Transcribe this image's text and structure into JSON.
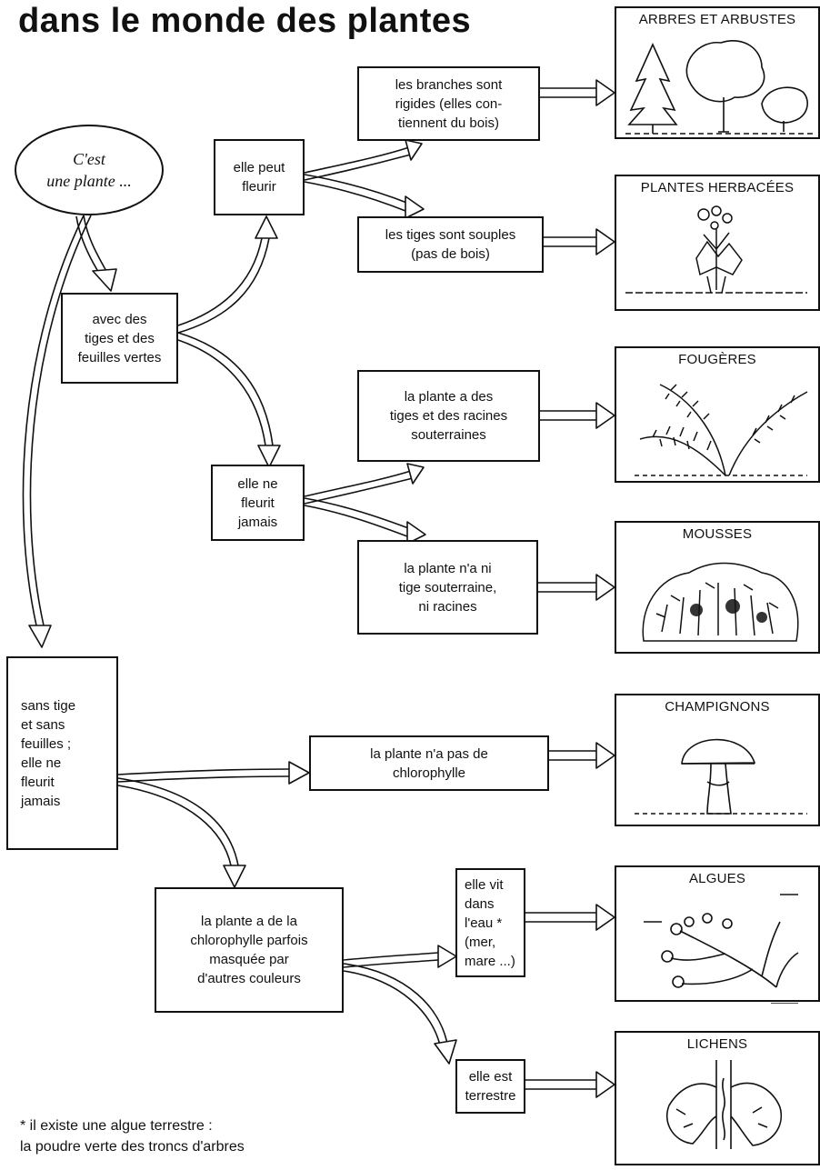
{
  "title": "dans le monde des plantes",
  "start": "C'est\nune plante ...",
  "nodes": {
    "green_leaves": "avec des\ntiges et des\nfeuilles vertes",
    "no_stem": "sans tige\net sans\nfeuilles ;\nelle ne\nfleurit\njamais",
    "can_flower": "elle peut\nfleurir",
    "never_flowers": "elle ne\nfleurit\njamais",
    "rigid_branches": "les branches sont\nrigides (elles con-\ntiennent du bois)",
    "soft_stems": "les tiges sont souples\n(pas de bois)",
    "underground": "la plante a des\ntiges et des racines\nsouterraines",
    "no_underground": "la plante n'a ni\ntige souterraine,\nni racines",
    "no_chlorophyll": "la plante n'a pas de\nchlorophylle",
    "chlorophyll": "la plante a de la\nchlorophylle parfois\nmasquée par\nd'autres couleurs",
    "in_water": "elle vit\ndans\nl'eau *\n(mer,\nmare ...)",
    "terrestrial": "elle est\nterrestre"
  },
  "categories": {
    "trees": "ARBRES ET ARBUSTES",
    "herbs": "PLANTES HERBACÉES",
    "ferns": "FOUGÈRES",
    "mosses": "MOUSSES",
    "mushrooms": "CHAMPIGNONS",
    "algae": "ALGUES",
    "lichens": "LICHENS"
  },
  "footnote": "* il existe une algue terrestre :\nla poudre verte des troncs d'arbres"
}
